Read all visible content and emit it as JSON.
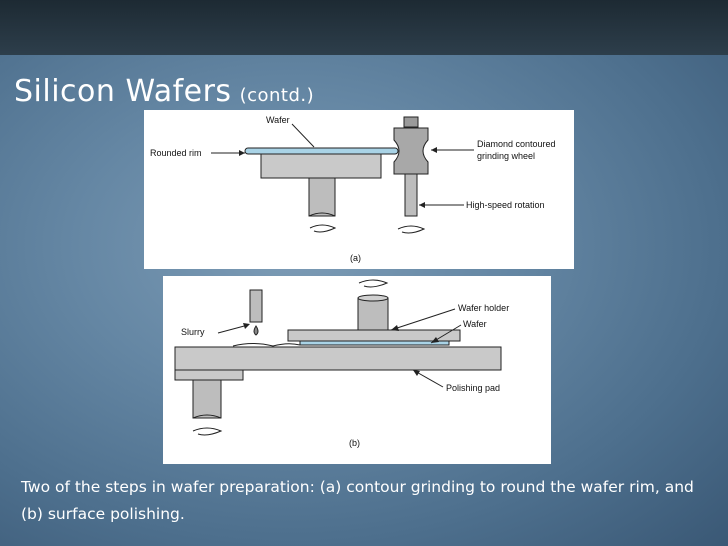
{
  "slide": {
    "title": "Silicon Wafers",
    "title_suffix": "(contd.)",
    "caption": "Two of the steps in wafer preparation: (a) contour grinding to round the wafer rim, and (b) surface polishing."
  },
  "diagram_a": {
    "label_wafer": "Wafer",
    "label_rounded_rim": "Rounded rim",
    "label_wheel_line1": "Diamond contoured",
    "label_wheel_line2": "grinding wheel",
    "label_rotation": "High-speed rotation",
    "caption": "(a)"
  },
  "diagram_b": {
    "label_slurry": "Slurry",
    "label_wafer_holder": "Wafer holder",
    "label_wafer": "Wafer",
    "label_polishing_pad": "Polishing pad",
    "caption": "(b)"
  },
  "colors": {
    "banner": "#22303b",
    "background": "#6587a4",
    "wafer": "#a9d3e6",
    "part_fill": "#c9c9c9"
  }
}
